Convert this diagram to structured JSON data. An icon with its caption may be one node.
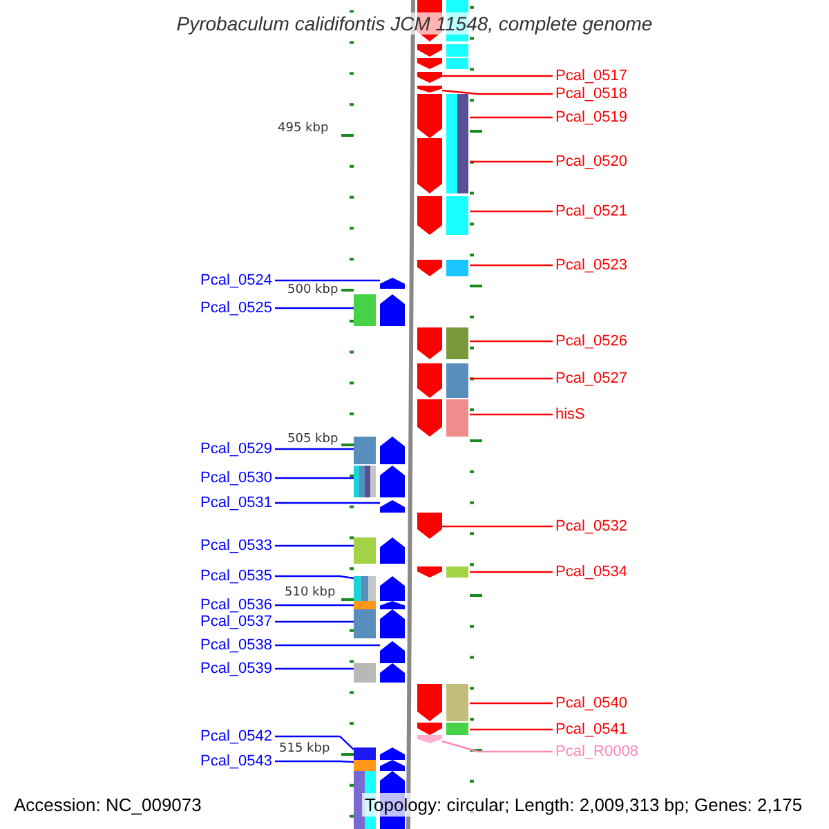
{
  "diagram": {
    "title": "Pyrobaculum calidifontis JCM 11548, complete genome",
    "nodes": [
      {
        "text": [],
        "shape": "arrow"
      },
      {
        "text": [],
        "shape": "arrow"
      },
      {
        "text": [],
        "shape": "arrow"
      },
      {
        "text": [
          "Pcal_0517"
        ]
      },
      {
        "text": [],
        "shape": "arrow"
      },
      {
        "text": [
          "Pcal_0518"
        ]
      },
      {
        "text": [],
        "shape": "arrow"
      },
      {
        "text": [
          "Pcal_0519"
        ]
      },
      {
        "text": [],
        "shape": "arrow"
      },
      {
        "text": [
          "Pcal_0520"
        ]
      },
      {
        "text": [],
        "shape": "arrow"
      },
      {
        "text": [
          "Pcal_0521"
        ]
      },
      {
        "text": [],
        "shape": "arrow"
      },
      {
        "text": [
          "Pcal_0523"
        ]
      },
      {
        "text": [],
        "shape": "arrow"
      },
      {
        "text": [
          "Pcal_0524"
        ]
      },
      {
        "text": [],
        "shape": "arrow"
      },
      {
        "text": [
          "Pcal_0525"
        ]
      },
      {
        "text": [],
        "shape": "arrow"
      },
      {
        "text": [
          "Pcal_0526"
        ]
      },
      {
        "text": [],
        "shape": "arrow"
      },
      {
        "text": [
          "Pcal_0527"
        ]
      },
      {
        "text": [],
        "shape": "arrow"
      },
      {
        "text": [
          "hisS"
        ]
      },
      {
        "text": [],
        "shape": "arrow"
      },
      {
        "text": [
          "Pcal_0529"
        ]
      },
      {
        "text": [],
        "shape": "arrow"
      },
      {
        "text": [
          "Pcal_0530"
        ]
      },
      {
        "text": [],
        "shape": "arrow"
      },
      {
        "text": [
          "Pcal_0531"
        ]
      },
      {
        "text": [],
        "shape": "arrow"
      },
      {
        "text": [
          "Pcal_0532"
        ]
      },
      {
        "text": [],
        "shape": "arrow"
      },
      {
        "text": [
          "Pcal_0533"
        ]
      },
      {
        "text": [],
        "shape": "arrow"
      },
      {
        "text": [
          "Pcal_0534"
        ]
      },
      {
        "text": [],
        "shape": "arrow"
      },
      {
        "text": [
          "Pcal_0535"
        ]
      },
      {
        "text": [],
        "shape": "arrow"
      },
      {
        "text": [
          "Pcal_0536"
        ]
      },
      {
        "text": [],
        "shape": "arrow"
      },
      {
        "text": [
          "Pcal_0537"
        ]
      },
      {
        "text": [],
        "shape": "arrow"
      },
      {
        "text": [
          "Pcal_0538"
        ]
      },
      {
        "text": [],
        "shape": "arrow"
      },
      {
        "text": [
          "Pcal_0539"
        ]
      },
      {
        "text": [],
        "shape": "arrow"
      },
      {
        "text": [
          "Pcal_0540"
        ]
      },
      {
        "text": [],
        "shape": "arrow"
      },
      {
        "text": [
          "Pcal_0541"
        ]
      },
      {
        "text": [],
        "shape": "arrow"
      },
      {
        "text": [
          "Pcal_R0008"
        ]
      },
      {
        "text": [],
        "shape": "arrow"
      },
      {
        "text": [
          "Pcal_0542"
        ]
      },
      {
        "text": [],
        "shape": "arrow"
      },
      {
        "text": [
          "Pcal_0543"
        ]
      },
      {
        "text": [],
        "shape": "arrow"
      },
      {
        "text": [],
        "shape": "arrow"
      }
    ],
    "edges": [
      {
        "from": 3,
        "to": 4,
        "arrow": "none",
        "color": "#ff0000"
      },
      {
        "from": 5,
        "to": 6,
        "arrow": "none",
        "color": "#ff0000"
      },
      {
        "from": 7,
        "to": 8,
        "arrow": "none",
        "color": "#ff0000"
      },
      {
        "from": 9,
        "to": 10,
        "arrow": "none",
        "color": "#ff0000"
      },
      {
        "from": 11,
        "to": 12,
        "arrow": "none",
        "color": "#ff0000"
      },
      {
        "from": 13,
        "to": 14,
        "arrow": "none",
        "color": "#ff0000"
      },
      {
        "from": 15,
        "to": 16,
        "arrow": "none",
        "color": "#0000ff"
      },
      {
        "from": 17,
        "to": 18,
        "arrow": "none",
        "color": "#0000ff"
      },
      {
        "from": 19,
        "to": 20,
        "arrow": "none",
        "color": "#ff0000"
      },
      {
        "from": 21,
        "to": 22,
        "arrow": "none",
        "color": "#ff0000"
      },
      {
        "from": 23,
        "to": 24,
        "arrow": "none",
        "color": "#ff0000"
      },
      {
        "from": 25,
        "to": 26,
        "arrow": "none",
        "color": "#0000ff"
      },
      {
        "from": 27,
        "to": 28,
        "arrow": "none",
        "color": "#0000ff"
      },
      {
        "from": 29,
        "to": 30,
        "arrow": "none",
        "color": "#0000ff"
      },
      {
        "from": 31,
        "to": 32,
        "arrow": "none",
        "color": "#ff0000"
      },
      {
        "from": 33,
        "to": 34,
        "arrow": "none",
        "color": "#0000ff"
      },
      {
        "from": 35,
        "to": 36,
        "arrow": "none",
        "color": "#ff0000"
      },
      {
        "from": 37,
        "to": 38,
        "arrow": "none",
        "color": "#0000ff"
      },
      {
        "from": 39,
        "to": 40,
        "arrow": "none",
        "color": "#0000ff"
      },
      {
        "from": 41,
        "to": 42,
        "arrow": "none",
        "color": "#0000ff"
      },
      {
        "from": 43,
        "to": 44,
        "arrow": "none",
        "color": "#0000ff"
      },
      {
        "from": 45,
        "to": 46,
        "arrow": "none",
        "color": "#0000ff"
      },
      {
        "from": 47,
        "to": 48,
        "arrow": "none",
        "color": "#ff0000"
      },
      {
        "from": 49,
        "to": 50,
        "arrow": "none",
        "color": "#ff0000"
      },
      {
        "from": 51,
        "to": 52,
        "arrow": "none",
        "color": "#ff88bb"
      },
      {
        "from": 53,
        "to": 54,
        "arrow": "none",
        "color": "#0000ff"
      },
      {
        "from": 55,
        "to": 56,
        "arrow": "none",
        "color": "#0000ff"
      }
    ],
    "labels": [
      "495 kbp",
      "500 kbp",
      "505 kbp",
      "510 kbp",
      "515 kbp",
      "Accession: NC_009073",
      "Topology: circular; Length: 2,009,313 bp; Genes: 2,175"
    ]
  }
}
